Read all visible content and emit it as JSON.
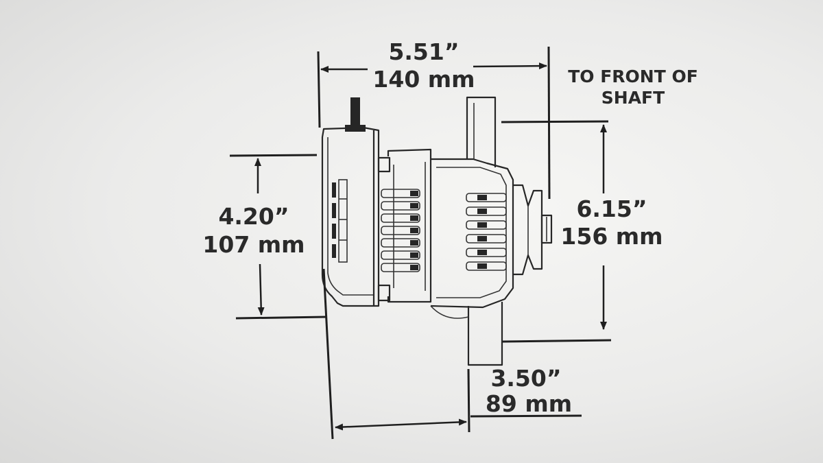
{
  "dimensions": {
    "overall_length": {
      "imperial": "5.51”",
      "metric": "140 mm"
    },
    "length_note": {
      "line1": "TO FRONT OF",
      "line2": "SHAFT"
    },
    "mount_height": {
      "imperial": "4.20”",
      "metric": "107 mm"
    },
    "overall_height": {
      "imperial": "6.15”",
      "metric": "156 mm"
    },
    "mount_offset": {
      "imperial": "3.50”",
      "metric": "89 mm"
    }
  },
  "colors": {
    "ink": "#1f1f1f",
    "paper": "#efefed"
  }
}
